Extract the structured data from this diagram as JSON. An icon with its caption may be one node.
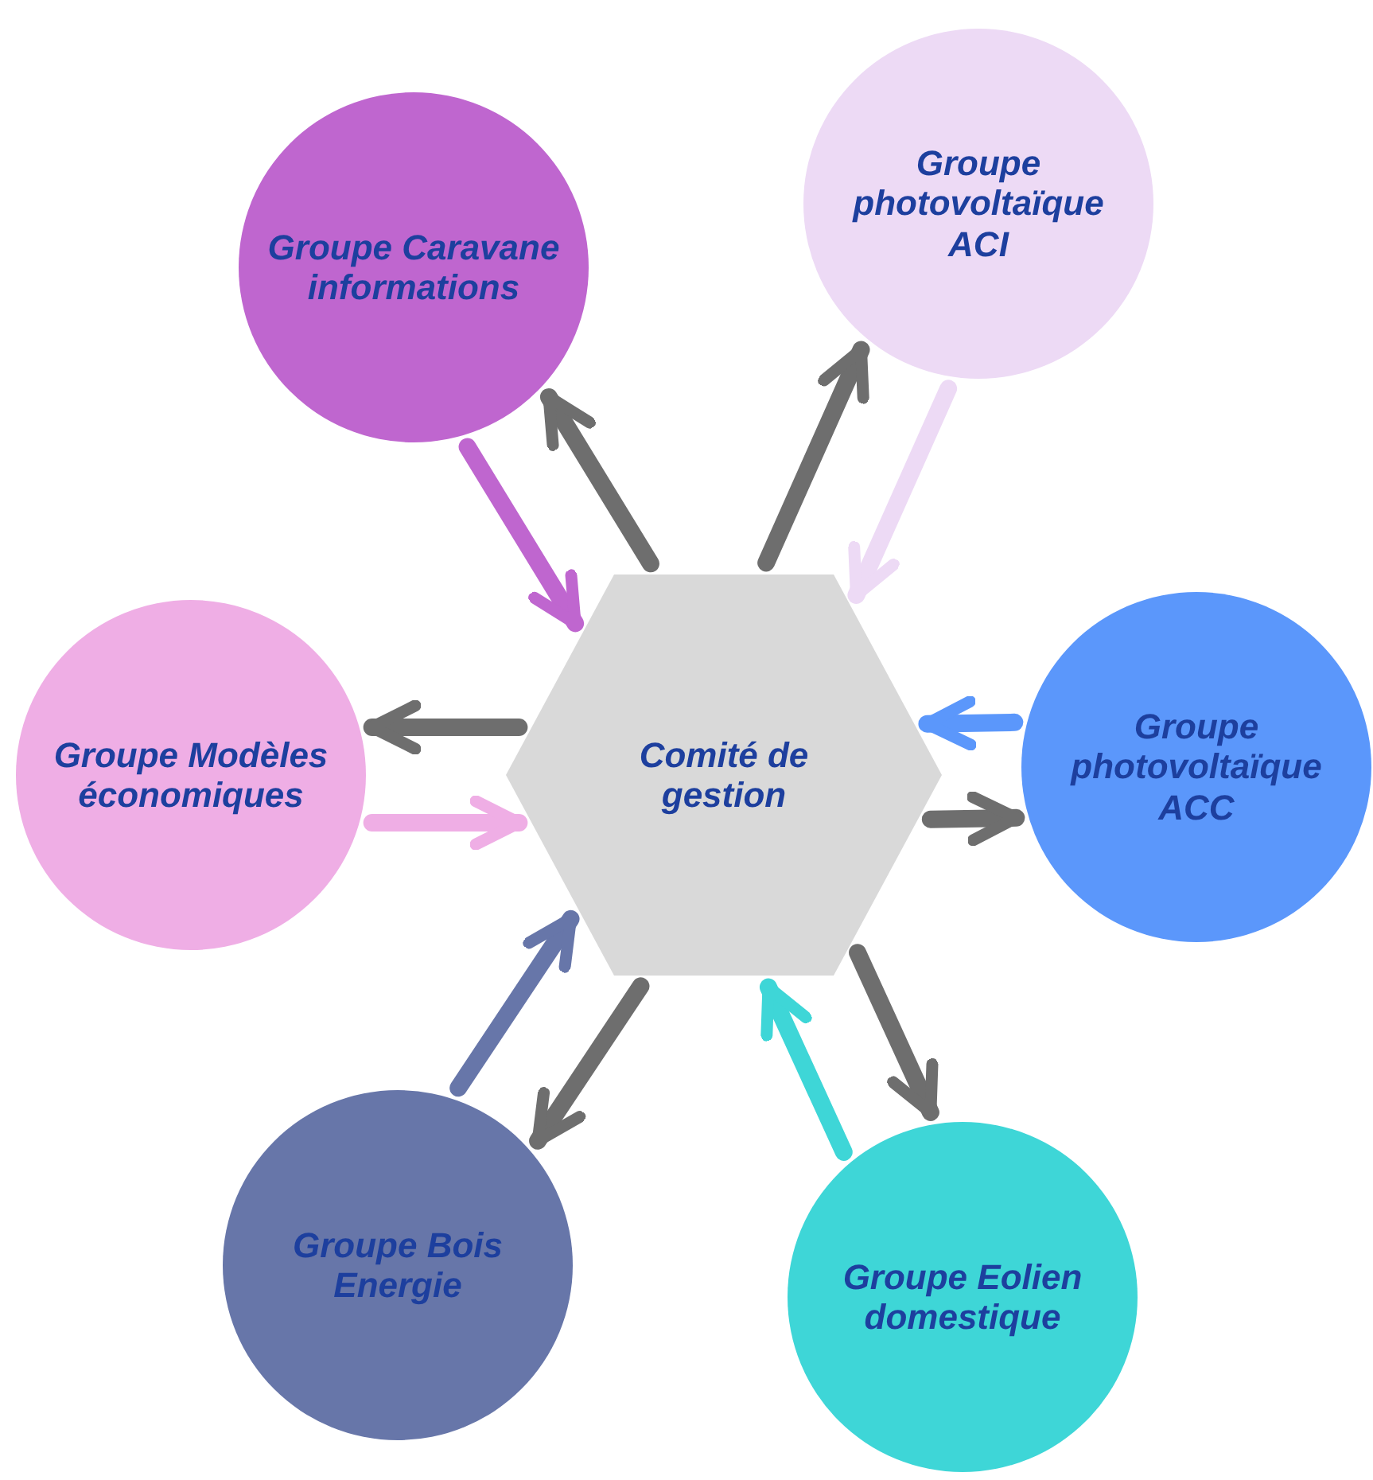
{
  "diagram": {
    "nodes": [
      {
        "text": [
          "Comité de gestion"
        ]
      },
      {
        "text": [
          "Groupe Caravane informations"
        ]
      },
      {
        "text": [
          "Groupe photovoltaïque ACI"
        ]
      },
      {
        "text": [
          "Groupe Modèles économiques"
        ]
      },
      {
        "text": [
          "Groupe photovoltaïque ACC"
        ]
      },
      {
        "text": [
          "Groupe Bois Energie"
        ]
      },
      {
        "text": [
          "Groupe Eolien domestique"
        ]
      }
    ],
    "edges": [
      {
        "from": 0,
        "to": 1,
        "arrow": "to"
      },
      {
        "from": 1,
        "to": 0,
        "arrow": "to",
        "color": "#bf66cf"
      },
      {
        "from": 0,
        "to": 2,
        "arrow": "to"
      },
      {
        "from": 2,
        "to": 0,
        "arrow": "to",
        "color": "#eddaf5"
      },
      {
        "from": 0,
        "to": 3,
        "arrow": "to"
      },
      {
        "from": 3,
        "to": 0,
        "arrow": "to",
        "color": "#efaee5"
      },
      {
        "from": 4,
        "to": 0,
        "arrow": "to",
        "color": "#5b97fb"
      },
      {
        "from": 0,
        "to": 4,
        "arrow": "to"
      },
      {
        "from": 5,
        "to": 0,
        "arrow": "to",
        "color": "#6776a9"
      },
      {
        "from": 0,
        "to": 5,
        "arrow": "to"
      },
      {
        "from": 0,
        "to": 6,
        "arrow": "to"
      },
      {
        "from": 6,
        "to": 0,
        "arrow": "to",
        "color": "#3ed6d7"
      }
    ]
  }
}
